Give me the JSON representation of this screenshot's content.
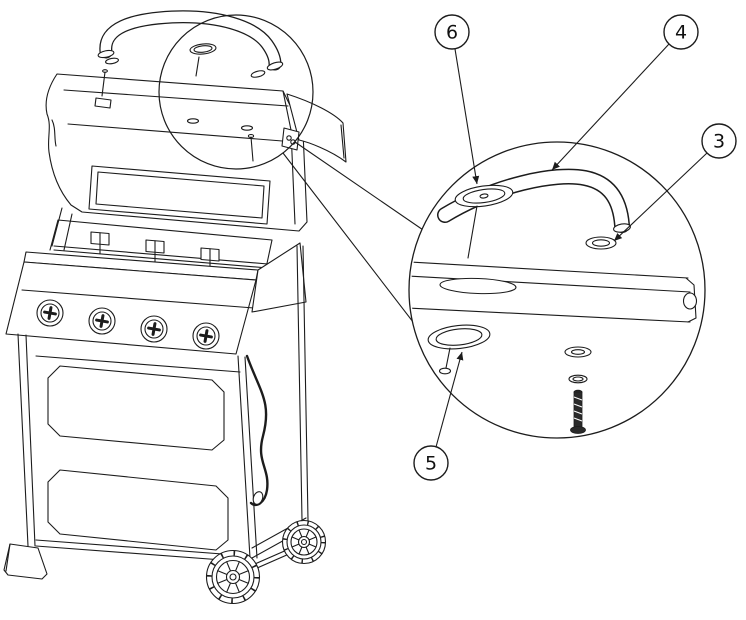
{
  "callouts": [
    {
      "label": "6"
    },
    {
      "label": "4"
    },
    {
      "label": "3"
    },
    {
      "label": "5"
    }
  ]
}
